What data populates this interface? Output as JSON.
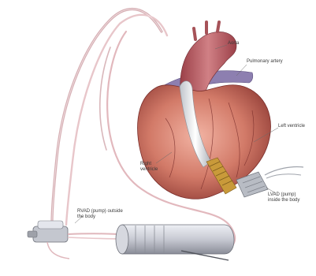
{
  "labels": {
    "aorta": "Aorta",
    "pulmonary_artery": "Pulmonary artery",
    "left_ventricle": "Left ventricle",
    "right_ventricle": "Right ventricle",
    "lvad": "LVAD (pump) inside the body",
    "rvad": "RVAD (pump) outside the body"
  },
  "colors": {
    "heart": "#c9685a",
    "heart_dark": "#8e3a34",
    "aorta": "#b85a5e",
    "pulmonary_artery": "#8d7fb0",
    "tubing": "#e6c2c6",
    "pump_body": "#c7c9d2",
    "lvad_coil": "#c99a3a"
  }
}
